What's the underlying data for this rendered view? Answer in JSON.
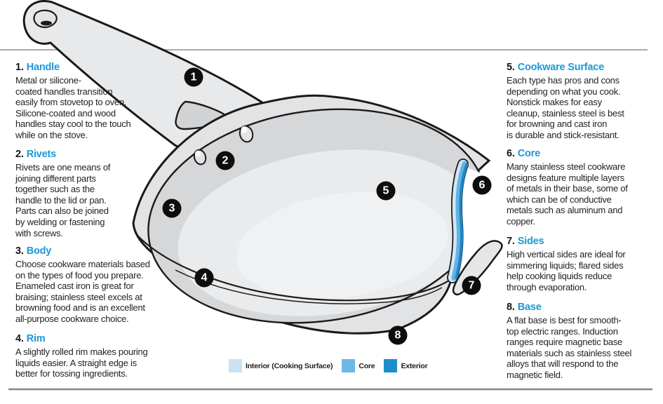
{
  "accent_color": "#1a9ad6",
  "marker_color": "#0d0d0d",
  "sections": {
    "left": [
      {
        "num": "1.",
        "title": "Handle",
        "lines": [
          "Metal or silicone-",
          "coated handles transition",
          "easily from stovetop to oven.",
          "Silicone-coated and wood",
          "handles stay cool to the touch",
          "while on the stove."
        ]
      },
      {
        "num": "2.",
        "title": "Rivets",
        "lines": [
          "Rivets are one means of",
          "joining different parts",
          "together such as the",
          "handle to the lid or pan.",
          "Parts can also be joined",
          "by welding or fastening",
          "with screws."
        ]
      },
      {
        "num": "3.",
        "title": "Body",
        "lines": [
          "Choose cookware materials based",
          "on the types of food you prepare.",
          "Enameled cast iron is great for",
          "braising; stainless steel excels at",
          "browning food and is an excellent",
          "all-purpose cookware choice."
        ]
      },
      {
        "num": "4.",
        "title": "Rim",
        "lines": [
          "A slightly rolled rim makes pouring",
          "liquids easier. A straight edge is",
          "better for tossing ingredients."
        ]
      }
    ],
    "right": [
      {
        "num": "5.",
        "title": "Cookware Surface",
        "lines": [
          "Each type has pros and cons",
          "depending on what you cook.",
          "Nonstick makes for easy",
          "cleanup, stainless steel is best",
          "for browning and cast iron",
          "is durable and stick-resistant."
        ]
      },
      {
        "num": "6.",
        "title": "Core",
        "lines": [
          "Many stainless steel cookware",
          "designs feature multiple layers",
          "of metals in their base, some of",
          "which can be of conductive",
          "metals such as aluminum and",
          "copper."
        ]
      },
      {
        "num": "7.",
        "title": "Sides",
        "lines": [
          "High vertical sides are ideal for",
          "simmering liquids; flared sides",
          "help cooking liquids reduce",
          "through evaporation."
        ]
      },
      {
        "num": "8.",
        "title": "Base",
        "lines": [
          "A flat base is best for smooth-",
          "top electric ranges. Induction",
          "ranges require magnetic base",
          "materials such as stainless steel",
          "alloys that will respond to the",
          "magnetic field."
        ]
      }
    ]
  },
  "markers": [
    "1",
    "2",
    "3",
    "4",
    "5",
    "6",
    "7",
    "8"
  ],
  "legend": {
    "items": [
      {
        "label": "Interior (Cooking Surface)",
        "color": "#c9e3f4"
      },
      {
        "label": "Core",
        "color": "#6cb8e6"
      },
      {
        "label": "Exterior",
        "color": "#1d8dcb"
      }
    ]
  }
}
